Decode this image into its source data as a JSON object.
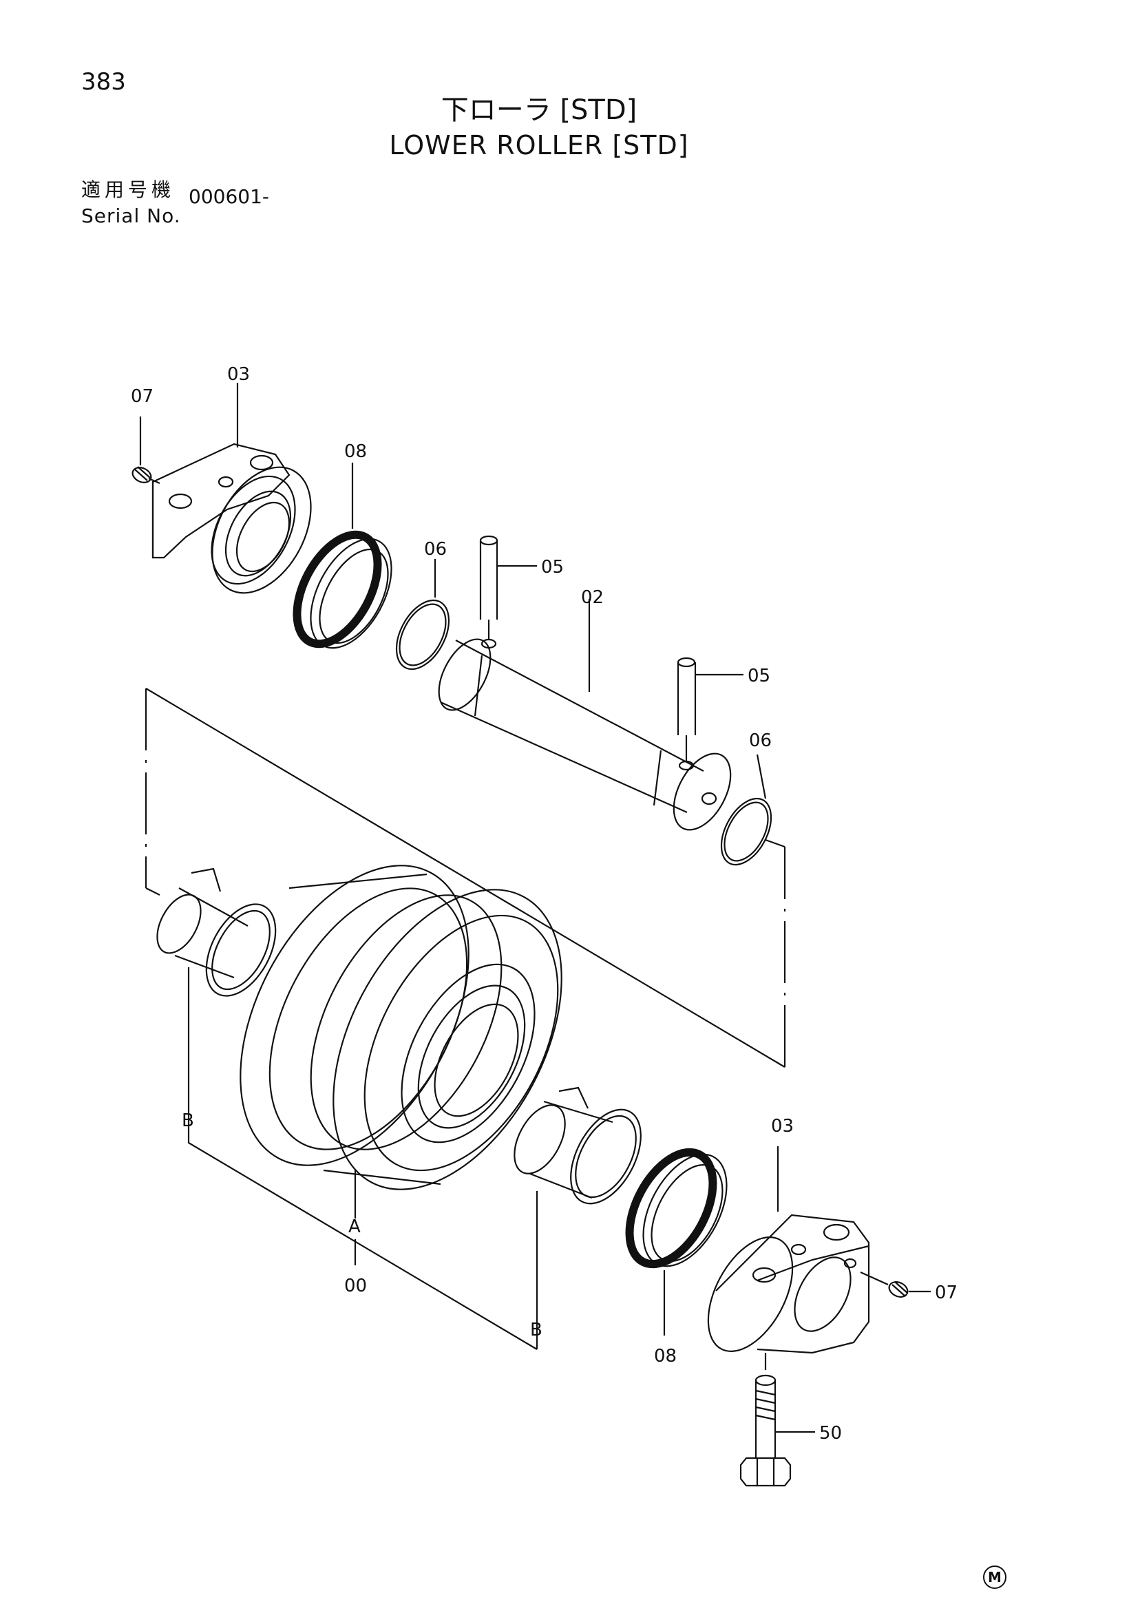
{
  "page_number": "383",
  "title_jp": "下ローラ [STD]",
  "title_en": "LOWER ROLLER [STD]",
  "serial": {
    "label_jp": "適用号機",
    "label_en": "Serial No.",
    "value": "000601-"
  },
  "part_labels": {
    "p00": "00",
    "p02": "02",
    "p03a": "03",
    "p03b": "03",
    "p05a": "05",
    "p05b": "05",
    "p06a": "06",
    "p06b": "06",
    "p07a": "07",
    "p07b": "07",
    "p08a": "08",
    "p08b": "08",
    "p50": "50"
  },
  "ref_labels": {
    "A": "A",
    "B1": "B",
    "B2": "B"
  },
  "mark": "M"
}
